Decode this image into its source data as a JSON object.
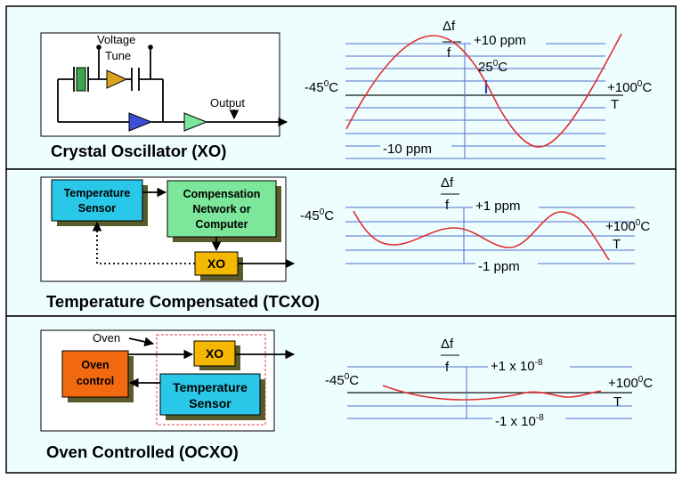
{
  "colors": {
    "panel": "#eefefe",
    "grid": "#4f6fd0",
    "curve": "#e03030",
    "temp_sensor": "#29c8e8",
    "compensation": "#7ce69a",
    "xo": "#f5b800",
    "oven": "#f26a10",
    "shadow": "#5a5a2a"
  },
  "xo": {
    "title": "Crystal Oscillator (XO)",
    "voltage": "Voltage",
    "tune": "Tune",
    "output": "Output",
    "df": "Δf",
    "f": "f",
    "plus": "+10 ppm",
    "minus": "-10 ppm",
    "t25": "25",
    "t25_sup": "0",
    "t25_unit": "C",
    "tmin": "-45",
    "tmin_sup": "0",
    "tmin_unit": "C",
    "tmax": "+100",
    "tmax_sup": "0",
    "tmax_unit": "C",
    "T": "T"
  },
  "tcxo": {
    "title": "Temperature Compensated (TCXO)",
    "sensor_l1": "Temperature",
    "sensor_l2": "Sensor",
    "comp_l1": "Compensation",
    "comp_l2": "Network or",
    "comp_l3": "Computer",
    "xo": "XO",
    "df": "Δf",
    "f": "f",
    "plus": "+1 ppm",
    "minus": "-1 ppm",
    "tmin": "-45",
    "tmin_sup": "0",
    "tmin_unit": "C",
    "tmax": "+100",
    "tmax_sup": "0",
    "tmax_unit": "C",
    "T": "T"
  },
  "ocxo": {
    "title": "Oven Controlled (OCXO)",
    "oven_label": "Oven",
    "oven_l1": "Oven",
    "oven_l2": "control",
    "xo": "XO",
    "sensor_l1": "Temperature",
    "sensor_l2": "Sensor",
    "df": "Δf",
    "f": "f",
    "plus": "+1 x 10",
    "plus_exp": "-8",
    "minus": "-1 x 10",
    "minus_exp": "-8",
    "tmin": "-45",
    "tmin_sup": "0",
    "tmin_unit": "C",
    "tmax": "+100",
    "tmax_sup": "0",
    "tmax_unit": "C",
    "T": "T"
  }
}
